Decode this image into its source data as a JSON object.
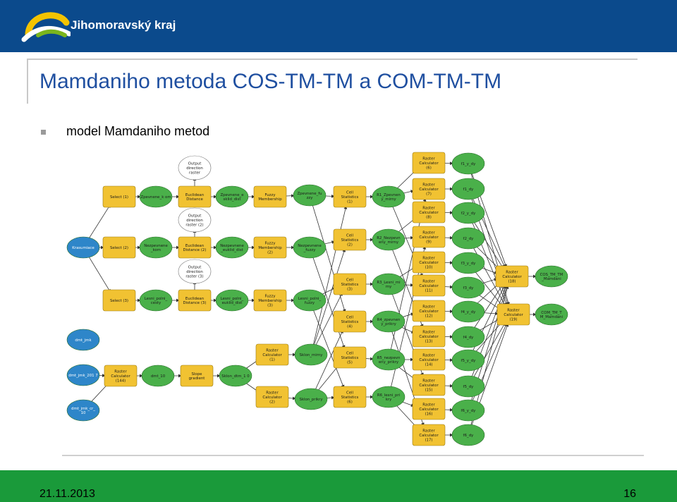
{
  "header": {
    "brand_name": "Jihomoravský kraj",
    "logo_icon": "south-moravia-logo",
    "colors": {
      "bar": "#0b4a8c",
      "logo_yellow": "#f3c300",
      "logo_green": "#7ab51d",
      "logo_white": "#ffffff"
    }
  },
  "slide": {
    "title": "Mamdaniho metoda COS-TM-TM a COM-TM-TM",
    "bullet": "model Mamdaniho metod"
  },
  "footer": {
    "date": "21.11.2013",
    "page": "16",
    "colors": {
      "bar": "#1a9a3a"
    }
  },
  "diagram": {
    "colors": {
      "tool": "#f1c232",
      "data_green": "#4ab04a",
      "data_blue": "#2e86c9",
      "output_white": "#ffffff",
      "edge": "#333333"
    },
    "nodes": {
      "n_krasuniace": "Krasumiace",
      "n_sel1": "Select (1)",
      "n_sel2": "Select (2)",
      "n_sel3": "Select (3)",
      "n_zp_kom": "Zpevnene_k om",
      "n_np_kom": "Nezpevnene _kom",
      "n_lp_cesty": "Lesni_polni_ cesty",
      "n_out1": "Output direction raster",
      "n_out2": "Output direction raster (2)",
      "n_out3": "Output direction raster (3)",
      "n_ed1": "Euclidean Distance",
      "n_ed2": "Euclidean Distance (2)",
      "n_ed3": "Euclidean Distance (3)",
      "n_zp_dist": "Zpevnene_e sklid_dist",
      "n_np_dist": "Nezpevnene _euklid_dist",
      "n_lp_dist": "Lesni_polni_ euklid_dist",
      "n_fm1": "Fuzzy Membership",
      "n_fm2": "Fuzzy Membership (2)",
      "n_fm3": "Fuzzy Membership (3)",
      "n_zp_fz": "Zpevnene_fu zzy",
      "n_np_fz": "Nezpevnene _fuzzy",
      "n_lp_fz": "Lesni_polni_ fuzzy",
      "n_dmt_jmk": "dmt_jmk",
      "n_dmt2": "dmt_jmk_201 7",
      "n_dmt3": "dmt_jmk_cr_ 10",
      "n_rc144": "Raster Calculator (144)",
      "n_dmt10": "dmt_10",
      "n_slope": "Slope gradient",
      "n_sklon_dtm": "Sklon_dtm_1 0",
      "n_rc1": "Raster Calculator (1)",
      "n_rc2": "Raster Calculator (2)",
      "n_sklon_mirny": "Sklon_mirny",
      "n_sklon_prikry": "Sklon_prikry",
      "n_cs1": "Cell Statistics (1)",
      "n_cs2": "Cell Statistics (2)",
      "n_cs3": "Cell Statistics (3)",
      "n_cs4": "Cell Statistics (4)",
      "n_cs5": "Cell Statistics (5)",
      "n_cs6": "Cell Statistics (6)",
      "n_r1": "R1_Zpevnen y_mirny",
      "n_r2": "R2_Nezpevn eny_mirny",
      "n_r3": "R3_Lesni_mi rny",
      "n_r4": "R4_zpevnen y_prikry",
      "n_r5": "R5_nezpevn eny_prikry",
      "n_r6": "R6_lesni_pri kry",
      "n_rc6": "Raster Calculator (6)",
      "n_rc7": "Raster Calculator (7)",
      "n_rc8": "Raster Calculator (8)",
      "n_rc9": "Raster Calculator (9)",
      "n_rc10": "Raster Calculator (10)",
      "n_rc11": "Raster Calculator (11)",
      "n_rc12": "Raster Calculator (12)",
      "n_rc13": "Raster Calculator (13)",
      "n_rc14": "Raster Calculator (14)",
      "n_rc15": "Raster Calculator (15)",
      "n_rc16": "Raster Calculator (16)",
      "n_rc17": "Raster Calculator (17)",
      "n_f1": "f1_y_dy",
      "n_f1b": "f1_dy",
      "n_f2": "f2_y_dy",
      "n_f2b": "f2_dy",
      "n_f3": "f3_y_dy",
      "n_f3b": "f3_dy",
      "n_f4": "f4_y_dy",
      "n_f4b": "f4_dy",
      "n_f5": "f5_y_dy",
      "n_f5b": "f5_dy",
      "n_f6": "f6_y_dy",
      "n_f6b": "f6_dy",
      "n_rc18": "Raster Calculator (18)",
      "n_rc19": "Raster Calculator (19)",
      "n_cos": "COS_TM_TM _Mamdani",
      "n_com": "COM_TM_T M_Mamdani"
    }
  }
}
